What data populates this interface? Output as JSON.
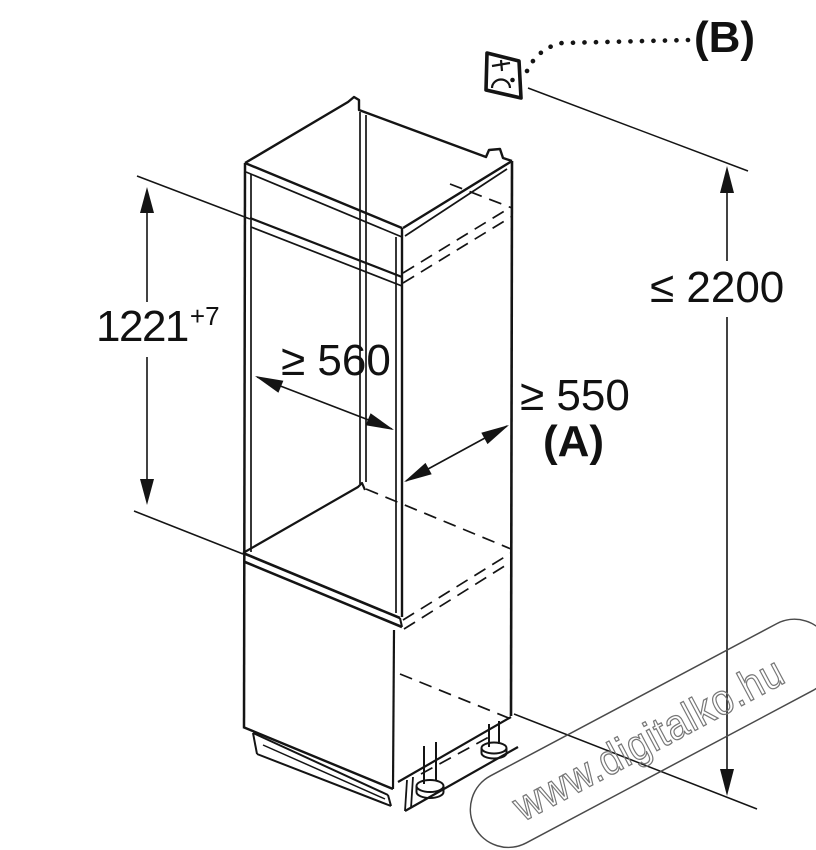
{
  "labels": {
    "niche_height": {
      "value": "1221",
      "tolerance": "+7"
    },
    "niche_width": "≥ 560",
    "niche_depth": "≥ 550",
    "depth_ref": "(A)",
    "max_height": "≤ 2200",
    "socket_ref": "(B)"
  },
  "icons": {
    "socket": "power-socket-icon"
  },
  "watermark": {
    "text": "www.digitalko.hu"
  },
  "colors": {
    "line": "#111111",
    "background": "#ffffff",
    "watermark_stroke": "#777777"
  }
}
